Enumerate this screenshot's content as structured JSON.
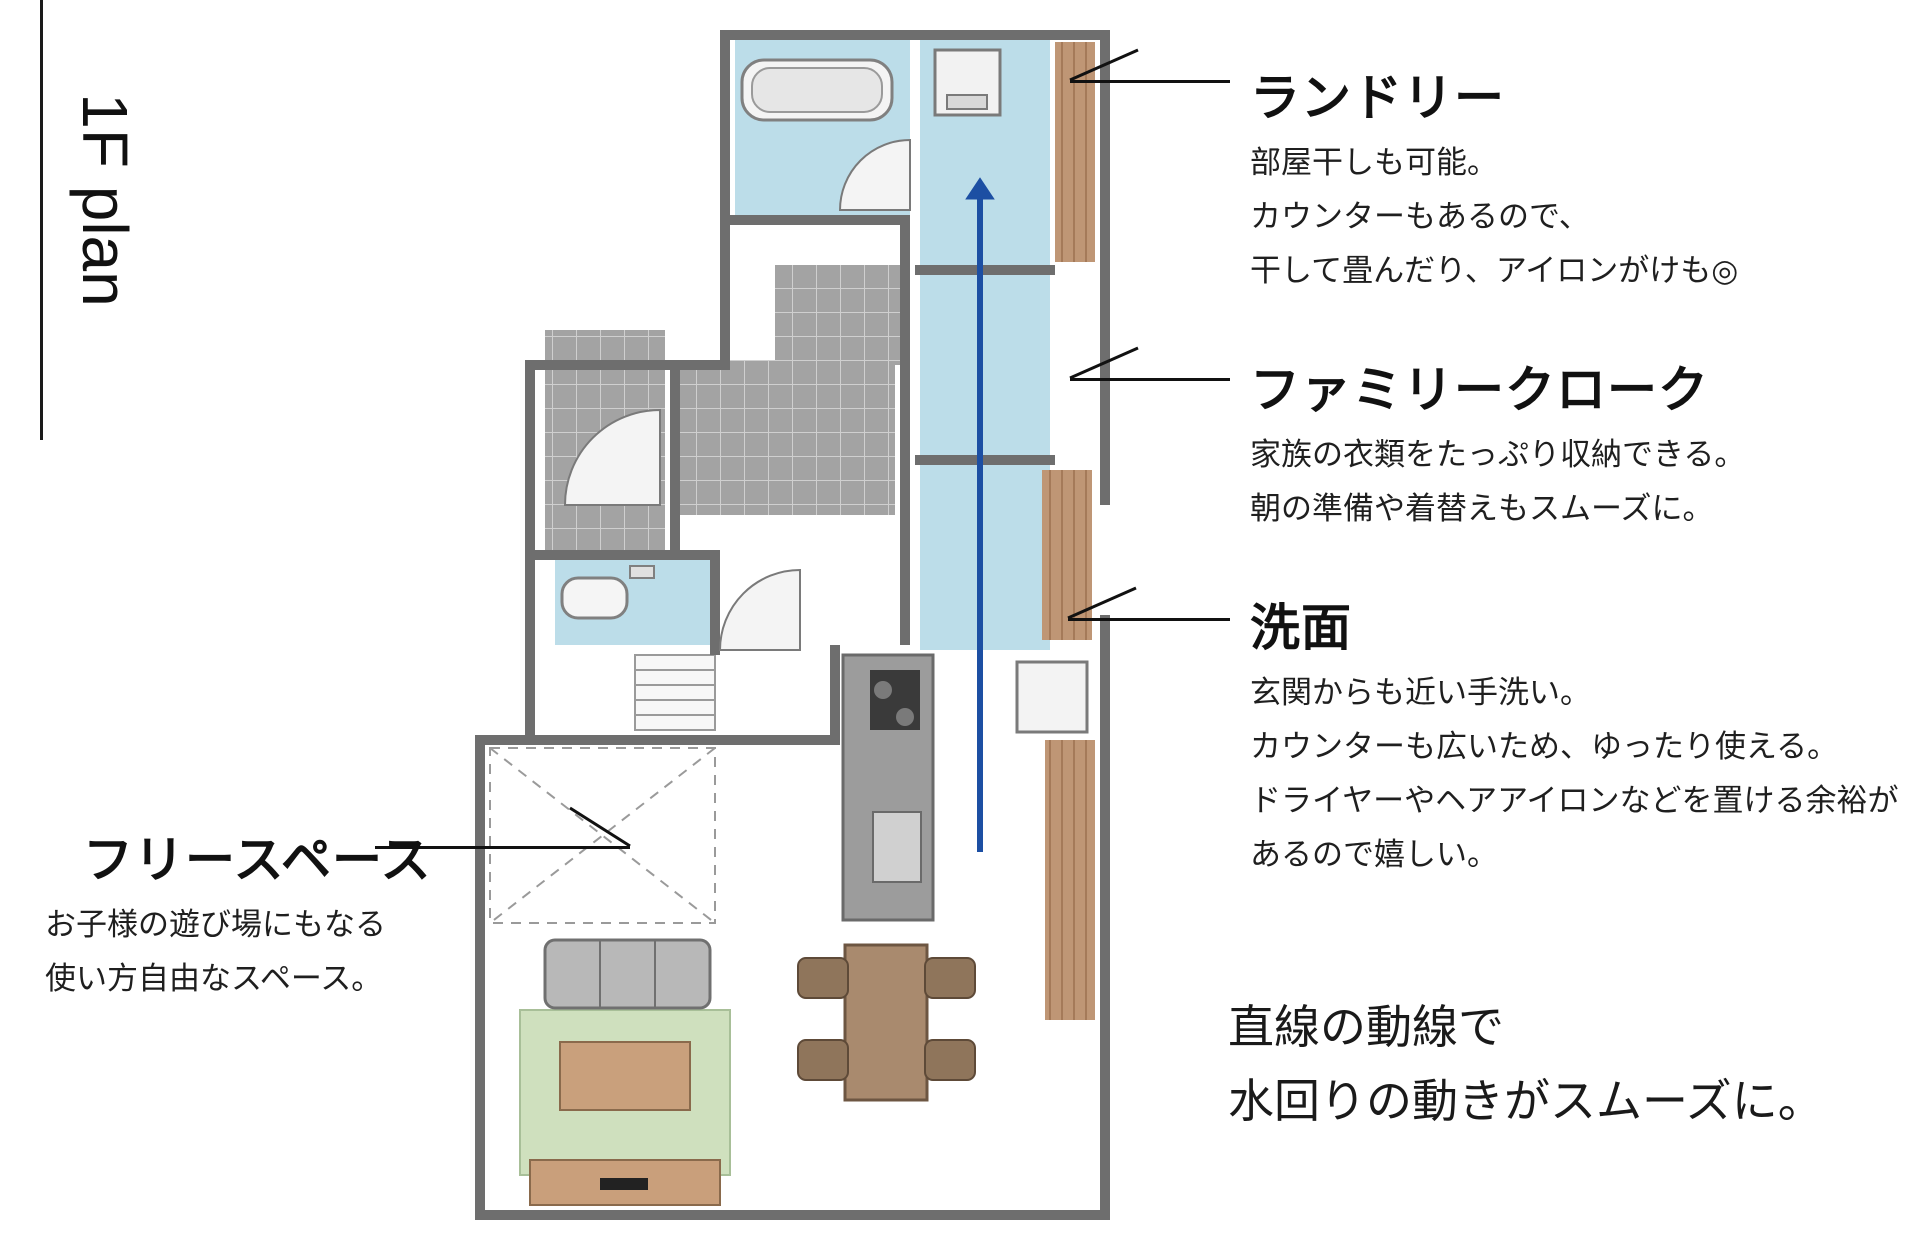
{
  "title": "1F plan",
  "annotations": {
    "laundry": {
      "heading": "ランドリー",
      "lines": [
        "部屋干しも可能。",
        "カウンターもあるので、",
        "干して畳んだり、アイロンがけも◎"
      ]
    },
    "family_cloak": {
      "heading": "ファミリークローク",
      "lines": [
        "家族の衣類をたっぷり収納できる。",
        "朝の準備や着替えもスムーズに。"
      ]
    },
    "washroom": {
      "heading": "洗面",
      "lines": [
        "玄関からも近い手洗い。",
        "カウンターも広いため、ゆったり使える。",
        "ドライヤーやヘアアイロンなどを置ける余裕が",
        "あるので嬉しい。"
      ]
    },
    "free_space": {
      "heading": "フリースペース",
      "lines": [
        "お子様の遊び場にもなる",
        "使い方自由なスペース。"
      ]
    }
  },
  "summary": {
    "lines": [
      "直線の動線で",
      "水回りの動きがスムーズに。"
    ]
  },
  "colors": {
    "water_area": "#bfdfea",
    "wall": "#707070",
    "tile": "#9a9a9a",
    "wood": "#b98d6b",
    "rug": "#cfe0bf",
    "flow_arrow": "#1c4fa3"
  }
}
